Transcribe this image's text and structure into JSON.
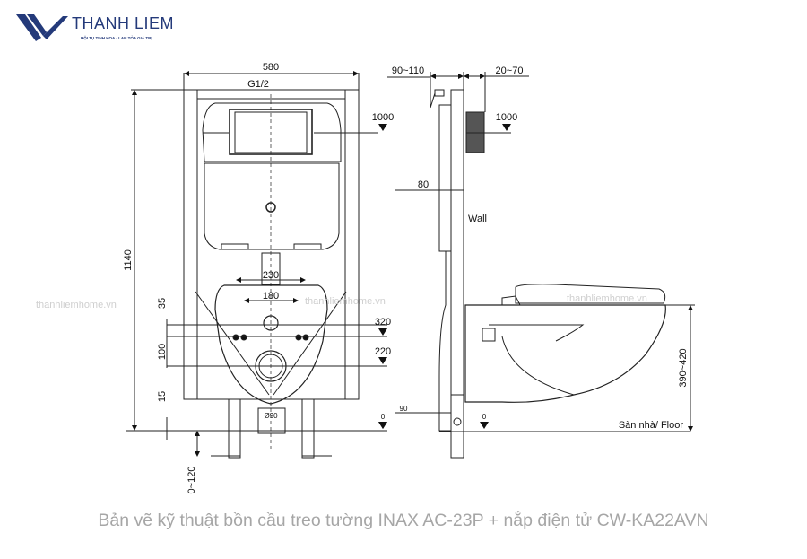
{
  "brand": {
    "name": "THANH LIEM",
    "tagline": "HỘI TỤ TINH HOA - LAN TỎA GIÁ TRỊ",
    "color": "#243a7a"
  },
  "watermarks": [
    "thanhliemhome.vn",
    "thanhliemhome.vn",
    "thanhliemhome.vn"
  ],
  "caption": "Bản vẽ kỹ thuật bồn cầu treo tường INAX AC-23P + nắp điện tử CW-KA22AVN",
  "front_view": {
    "width": "580",
    "pipe": "G1/2",
    "height": "1140",
    "flush_plate_level": "1000",
    "bolt_spacing_outer": "230",
    "bolt_spacing_inner": "180",
    "dim_35": "35",
    "dim_100": "100",
    "dim_15": "15",
    "level_320": "320",
    "level_220": "220",
    "floor_level": "0",
    "drain_diameter": "Ø90",
    "adjustable_feet": "0~120"
  },
  "side_view": {
    "frame_depth": "90~110",
    "wall_offset": "20~70",
    "flush_plate_level": "1000",
    "frame_depth_80": "80",
    "wall_label": "Wall",
    "dim_90": "90",
    "floor_level": "0",
    "seat_height": "390~420",
    "floor_label": "Sàn nhà/ Floor"
  }
}
